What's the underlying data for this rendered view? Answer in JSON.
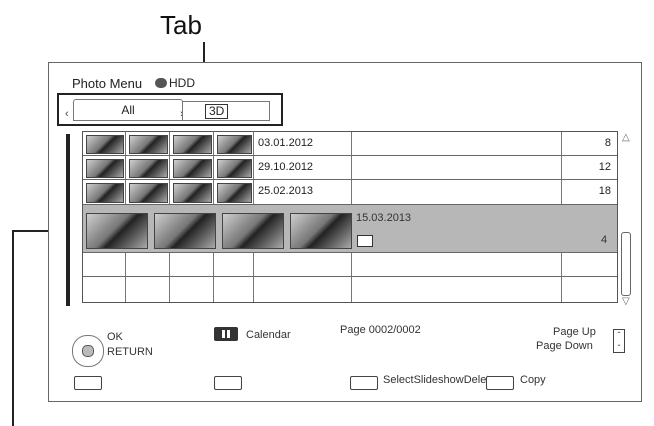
{
  "callout": {
    "tab_label": "Tab"
  },
  "menu": {
    "title": "Photo Menu",
    "storage": "HDD"
  },
  "tabs": [
    {
      "label": "All"
    },
    {
      "label": "3D"
    }
  ],
  "rows": [
    {
      "date": "03.01.2012",
      "count": "8"
    },
    {
      "date": "29.10.2012",
      "count": "12"
    },
    {
      "date": "25.02.2013",
      "count": "18"
    },
    {
      "date": "15.03.2013",
      "count": "4"
    }
  ],
  "footer": {
    "ok": "OK",
    "return": "RETURN",
    "calendar": "Calendar",
    "page": "Page 0002/0002",
    "page_up": "Page Up",
    "page_down": "Page Down",
    "select": "Select",
    "slideshow": "Slideshow",
    "delete": "Delete",
    "copy": "Copy"
  },
  "colors": {
    "selected_row": "#b7b7b7",
    "border": "#555555"
  }
}
